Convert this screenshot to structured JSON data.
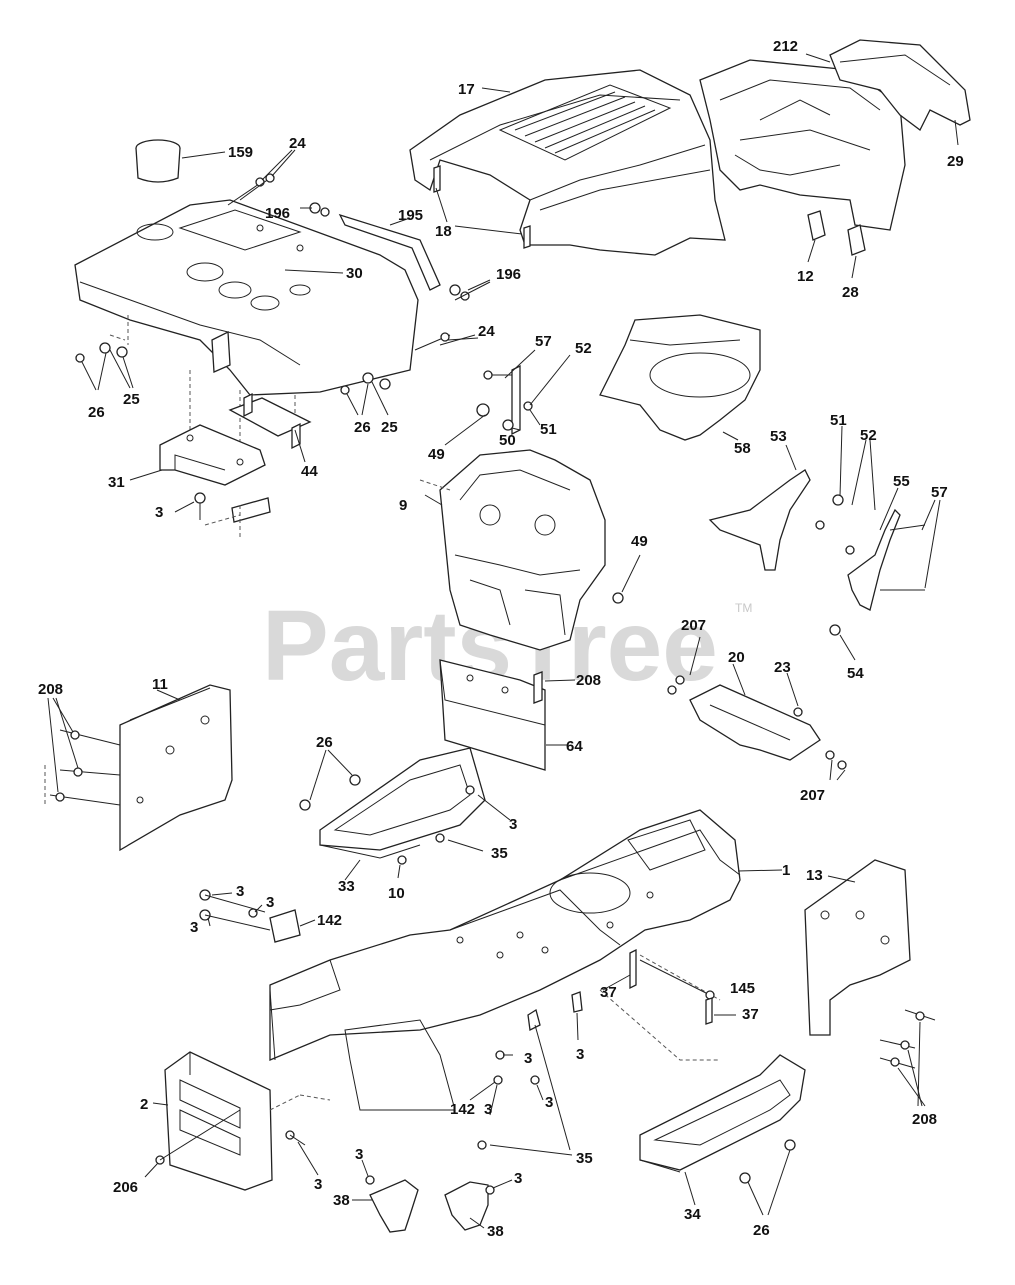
{
  "watermark": {
    "text": "PartsTree",
    "trademark": "TM",
    "color": "#d9d9d9"
  },
  "labels": {
    "l1": "1",
    "l2": "2",
    "l3a": "3",
    "l3b": "3",
    "l3c": "3",
    "l3d": "3",
    "l3e": "3",
    "l3f": "3",
    "l3g": "3",
    "l3h": "3",
    "l3i": "3",
    "l3j": "3",
    "l3k": "3",
    "l3l": "3",
    "l9": "9",
    "l10": "10",
    "l11": "11",
    "l12": "12",
    "l13": "13",
    "l17": "17",
    "l18": "18",
    "l20": "20",
    "l23": "23",
    "l24a": "24",
    "l24b": "24",
    "l25a": "25",
    "l25b": "25",
    "l26a": "26",
    "l26b": "26",
    "l26c": "26",
    "l26d": "26",
    "l28": "28",
    "l29": "29",
    "l30": "30",
    "l31": "31",
    "l33": "33",
    "l34": "34",
    "l35a": "35",
    "l35b": "35",
    "l37a": "37",
    "l37b": "37",
    "l38a": "38",
    "l38b": "38",
    "l44": "44",
    "l49a": "49",
    "l49b": "49",
    "l50": "50",
    "l51a": "51",
    "l51b": "51",
    "l52a": "52",
    "l52b": "52",
    "l53": "53",
    "l54": "54",
    "l55": "55",
    "l57a": "57",
    "l57b": "57",
    "l58": "58",
    "l64": "64",
    "l142a": "142",
    "l142b": "142",
    "l145": "145",
    "l159": "159",
    "l195": "195",
    "l196a": "196",
    "l196b": "196",
    "l206": "206",
    "l207a": "207",
    "l207b": "207",
    "l208a": "208",
    "l208b": "208",
    "l208c": "208",
    "l212": "212"
  }
}
